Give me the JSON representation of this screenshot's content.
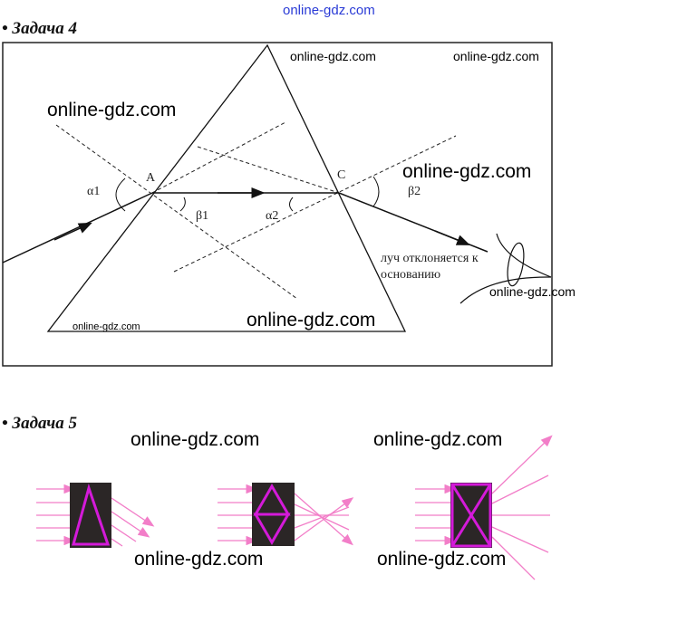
{
  "header_watermark": "online-gdz.com",
  "task4": {
    "title": "• Задача 4",
    "point_a": "A",
    "point_c": "C",
    "alpha1": "α1",
    "beta1": "β1",
    "alpha2": "α2",
    "beta2": "β2",
    "note_line1": "луч отклоняется к",
    "note_line2": "основанию",
    "watermarks": [
      "online-gdz.com",
      "online-gdz.com",
      "online-gdz.com",
      "online-gdz.com",
      "online-gdz.com",
      "online-gdz.com",
      "online-gdz.com"
    ]
  },
  "task5": {
    "title": "• Задача 5",
    "watermarks": [
      "online-gdz.com",
      "online-gdz.com",
      "online-gdz.com",
      "online-gdz.com"
    ]
  },
  "colors": {
    "ray_pink": "#f27ec8",
    "prism_magenta": "#d41ad9",
    "box_dark": "#2b2626",
    "watermark_blue": "#2a3bd6"
  }
}
